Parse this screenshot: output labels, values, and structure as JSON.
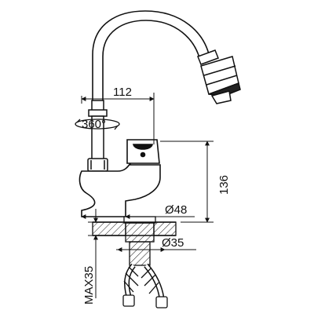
{
  "dimensions": {
    "spout_reach": "112",
    "rotation": "360°",
    "height": "136",
    "base_diameter": "Ø48",
    "shank_diameter": "Ø35",
    "max_thickness": "MAX35"
  }
}
